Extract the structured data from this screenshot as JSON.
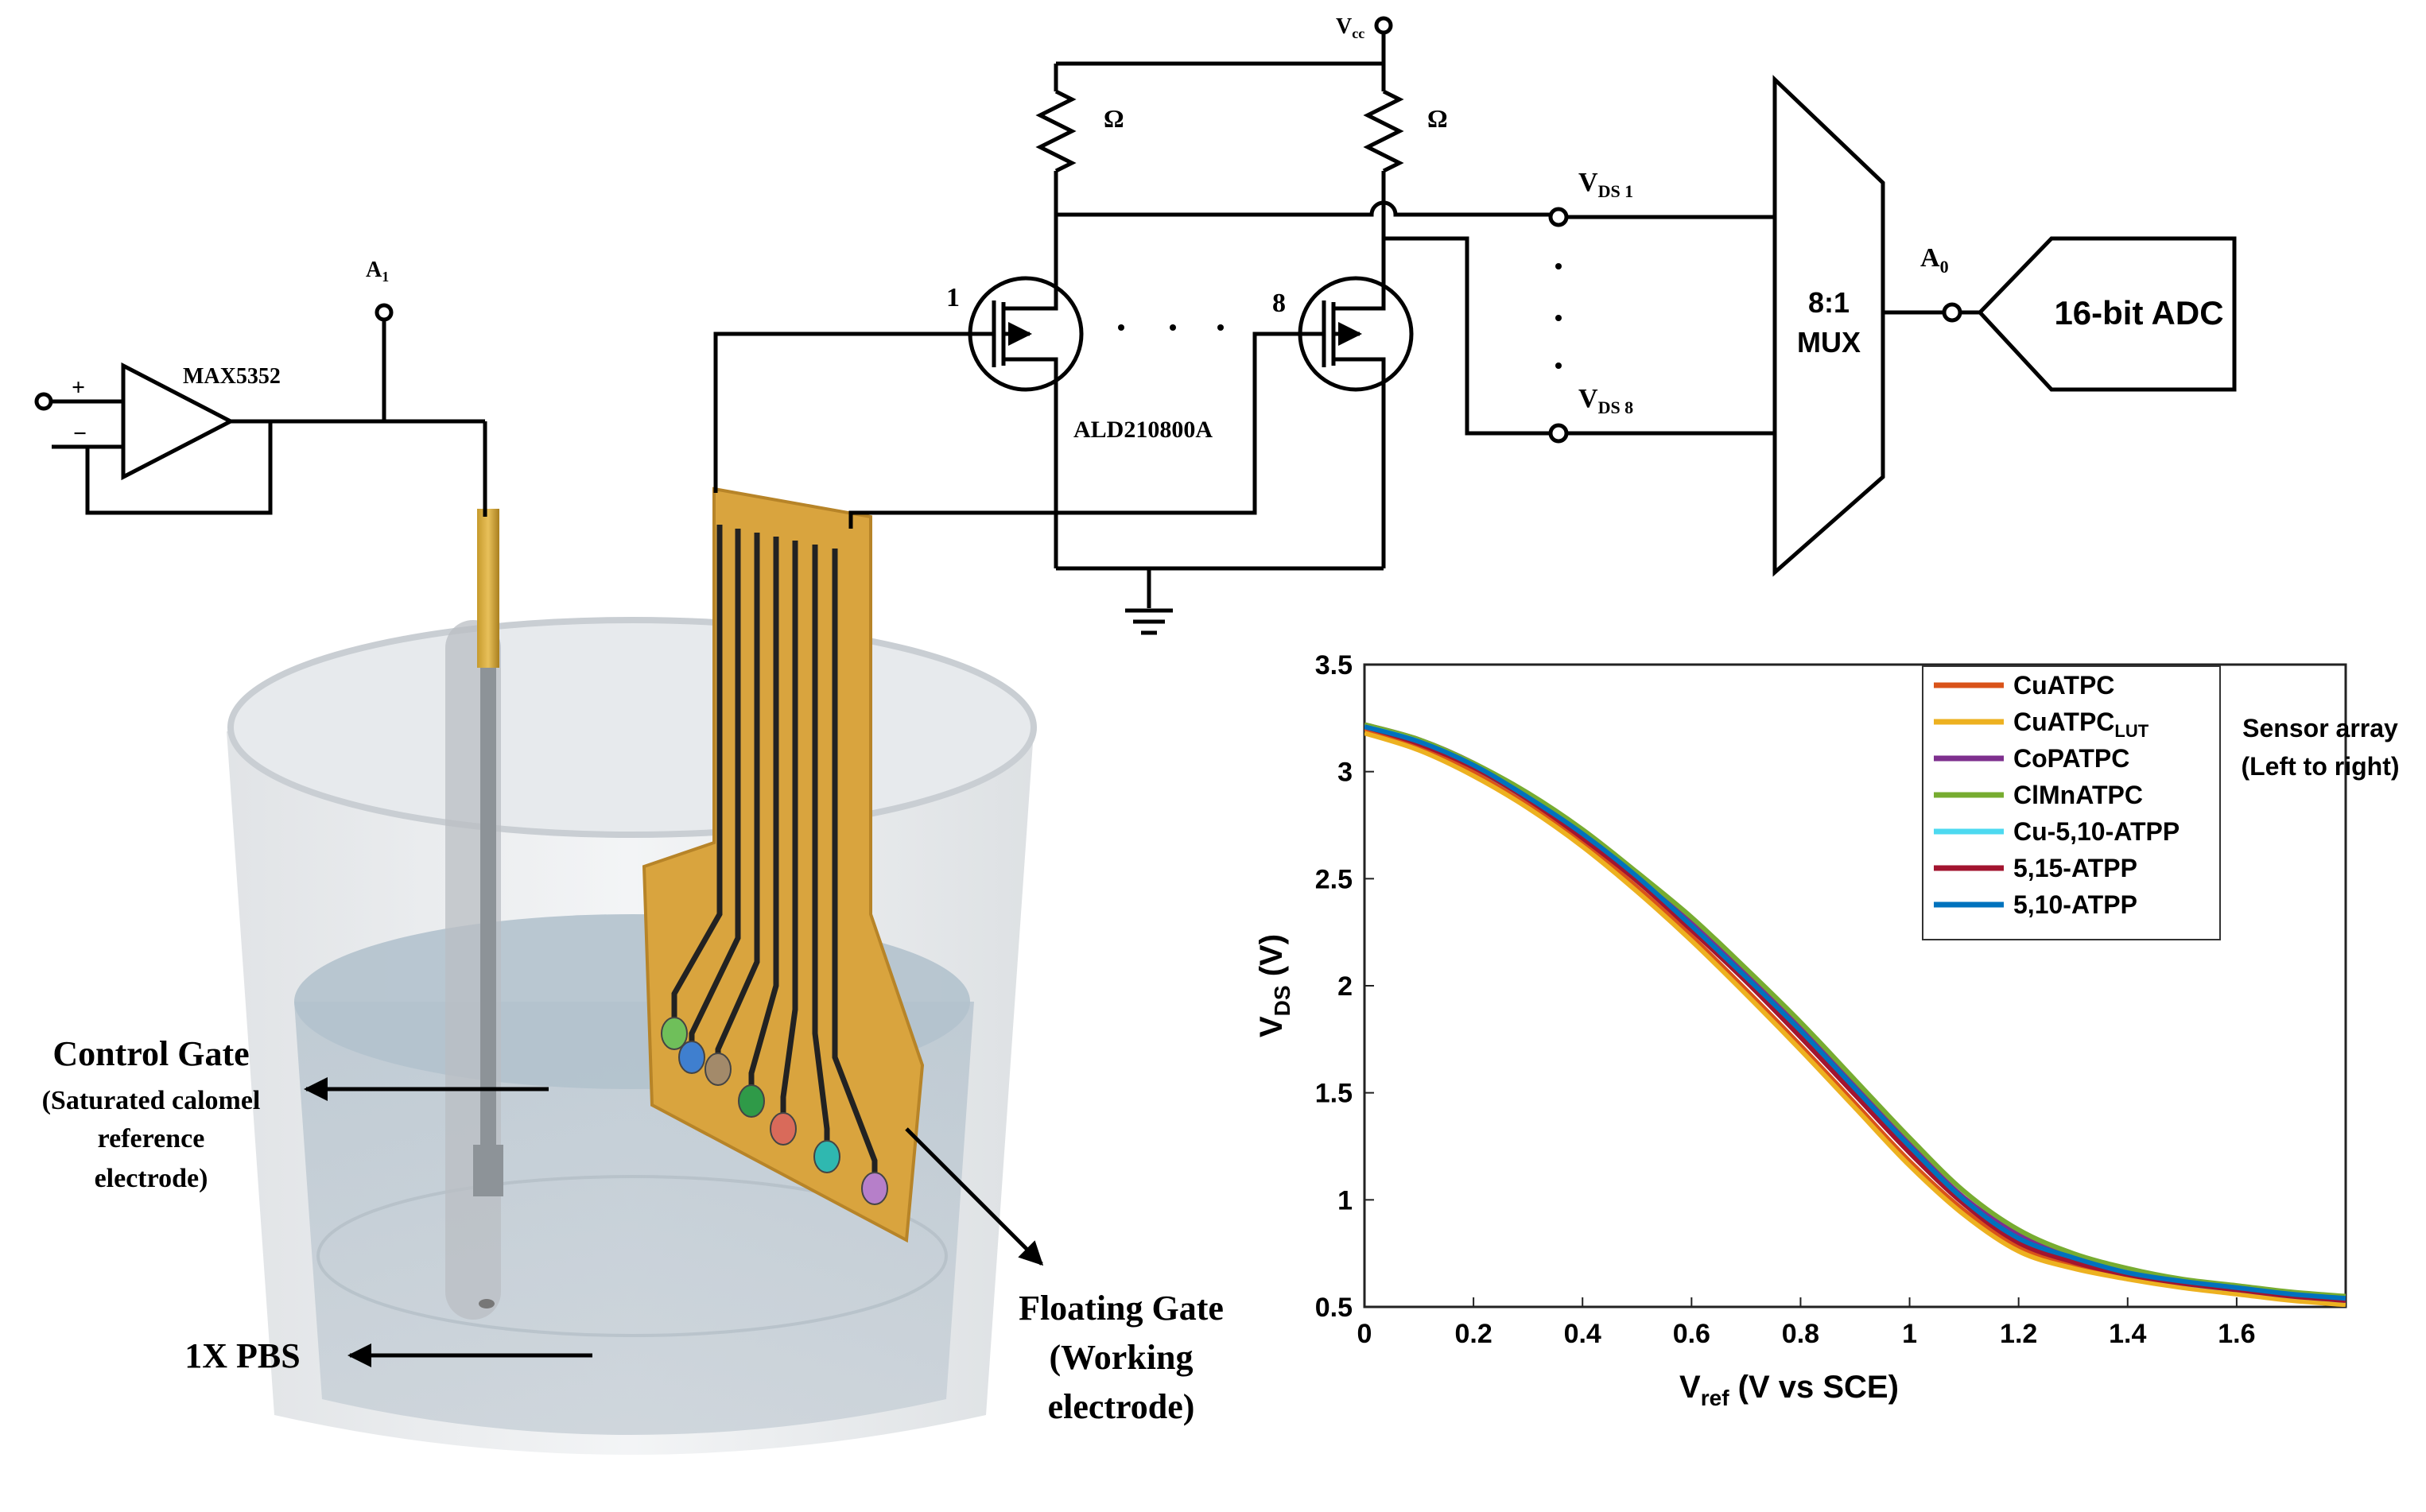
{
  "circuit": {
    "vcc": {
      "main": "V",
      "sub": "cc"
    },
    "resistor_left": "Ω",
    "resistor_right": "Ω",
    "transistor_first": "1",
    "transistor_last": "8",
    "chip": "ALD210800A",
    "dac": "MAX5352",
    "opamp_plus": "+",
    "opamp_minus": "−",
    "a1": {
      "main": "A",
      "sub": "1"
    },
    "a0": {
      "main": "A",
      "sub": "0"
    },
    "vds1": {
      "main": "V",
      "sub": "DS 1"
    },
    "vds8": {
      "main": "V",
      "sub": "DS 8"
    },
    "mux_line1": "8:1",
    "mux_line2": "MUX",
    "adc": "16-bit ADC"
  },
  "callouts": {
    "control_gate_title": "Control Gate",
    "control_gate_line1": "(Saturated calomel",
    "control_gate_line2": "reference",
    "control_gate_line3": "electrode)",
    "pbs": "1X PBS",
    "floating_gate_line1": "Floating Gate",
    "floating_gate_line2": "(Working",
    "floating_gate_line3": "electrode)"
  },
  "electrode_colors": [
    "#6fbf5a",
    "#3f7fcf",
    "#a38a6a",
    "#2f9a48",
    "#d96a5a",
    "#2fb8b0",
    "#b67fc9"
  ],
  "chart_data": {
    "type": "line",
    "xlabel": {
      "main": "V",
      "sub": "ref",
      "rest": " (V vs SCE)"
    },
    "ylabel": {
      "main": "V",
      "sub": "DS",
      "rest": " (V)"
    },
    "xlim": [
      0,
      1.8
    ],
    "ylim": [
      0.5,
      3.5
    ],
    "xticks": [
      0,
      0.2,
      0.4,
      0.6,
      0.8,
      1,
      1.2,
      1.4,
      1.6
    ],
    "xtick_labels": [
      "0",
      "0.2",
      "0.4",
      "0.6",
      "0.8",
      "1",
      "1.2",
      "1.4",
      "1.6"
    ],
    "yticks": [
      0.5,
      1,
      1.5,
      2,
      2.5,
      3,
      3.5
    ],
    "ytick_labels": [
      "0.5",
      "1",
      "1.5",
      "2",
      "2.5",
      "3",
      "3.5"
    ],
    "legend_position": "top-right",
    "legend_note_line1": "Sensor array",
    "legend_note_line2": "(Left to right)",
    "x": [
      0,
      0.1,
      0.2,
      0.3,
      0.4,
      0.5,
      0.6,
      0.7,
      0.8,
      0.9,
      1.0,
      1.1,
      1.2,
      1.3,
      1.4,
      1.5,
      1.6,
      1.7,
      1.8
    ],
    "series": [
      {
        "name": "CuATPC",
        "sub": "",
        "color": "#d95319",
        "values": [
          3.2,
          3.12,
          3.0,
          2.85,
          2.67,
          2.46,
          2.23,
          1.98,
          1.72,
          1.45,
          1.18,
          0.95,
          0.78,
          0.7,
          0.64,
          0.6,
          0.57,
          0.54,
          0.52
        ]
      },
      {
        "name": "CuATPC",
        "sub": "LUT",
        "color": "#edb120",
        "values": [
          3.18,
          3.1,
          2.98,
          2.83,
          2.65,
          2.44,
          2.21,
          1.96,
          1.7,
          1.43,
          1.16,
          0.93,
          0.76,
          0.68,
          0.63,
          0.59,
          0.56,
          0.53,
          0.51
        ]
      },
      {
        "name": "CoPATPC",
        "sub": "",
        "color": "#7e2f8e",
        "values": [
          3.22,
          3.15,
          3.04,
          2.89,
          2.72,
          2.52,
          2.3,
          2.06,
          1.8,
          1.53,
          1.26,
          1.01,
          0.84,
          0.74,
          0.67,
          0.62,
          0.59,
          0.56,
          0.54
        ]
      },
      {
        "name": "ClMnATPC",
        "sub": "",
        "color": "#77ac30",
        "values": [
          3.22,
          3.15,
          3.04,
          2.9,
          2.73,
          2.53,
          2.32,
          2.08,
          1.83,
          1.56,
          1.29,
          1.04,
          0.86,
          0.75,
          0.68,
          0.63,
          0.6,
          0.57,
          0.55
        ]
      },
      {
        "name": "Cu-5,10-ATPP",
        "sub": "",
        "color": "#4dd9f0",
        "values": [
          3.21,
          3.14,
          3.02,
          2.87,
          2.7,
          2.49,
          2.27,
          2.03,
          1.77,
          1.5,
          1.23,
          0.99,
          0.81,
          0.72,
          0.66,
          0.61,
          0.58,
          0.55,
          0.53
        ]
      },
      {
        "name": "5,15-ATPP",
        "sub": "",
        "color": "#a2142f",
        "values": [
          3.21,
          3.13,
          3.02,
          2.87,
          2.69,
          2.49,
          2.26,
          2.02,
          1.76,
          1.49,
          1.22,
          0.98,
          0.8,
          0.71,
          0.65,
          0.61,
          0.58,
          0.55,
          0.53
        ]
      },
      {
        "name": "5,10-ATPP",
        "sub": "",
        "color": "#0072bd",
        "values": [
          3.21,
          3.14,
          3.03,
          2.88,
          2.71,
          2.51,
          2.28,
          2.04,
          1.79,
          1.52,
          1.25,
          1.0,
          0.82,
          0.73,
          0.66,
          0.62,
          0.59,
          0.56,
          0.54
        ]
      }
    ]
  }
}
